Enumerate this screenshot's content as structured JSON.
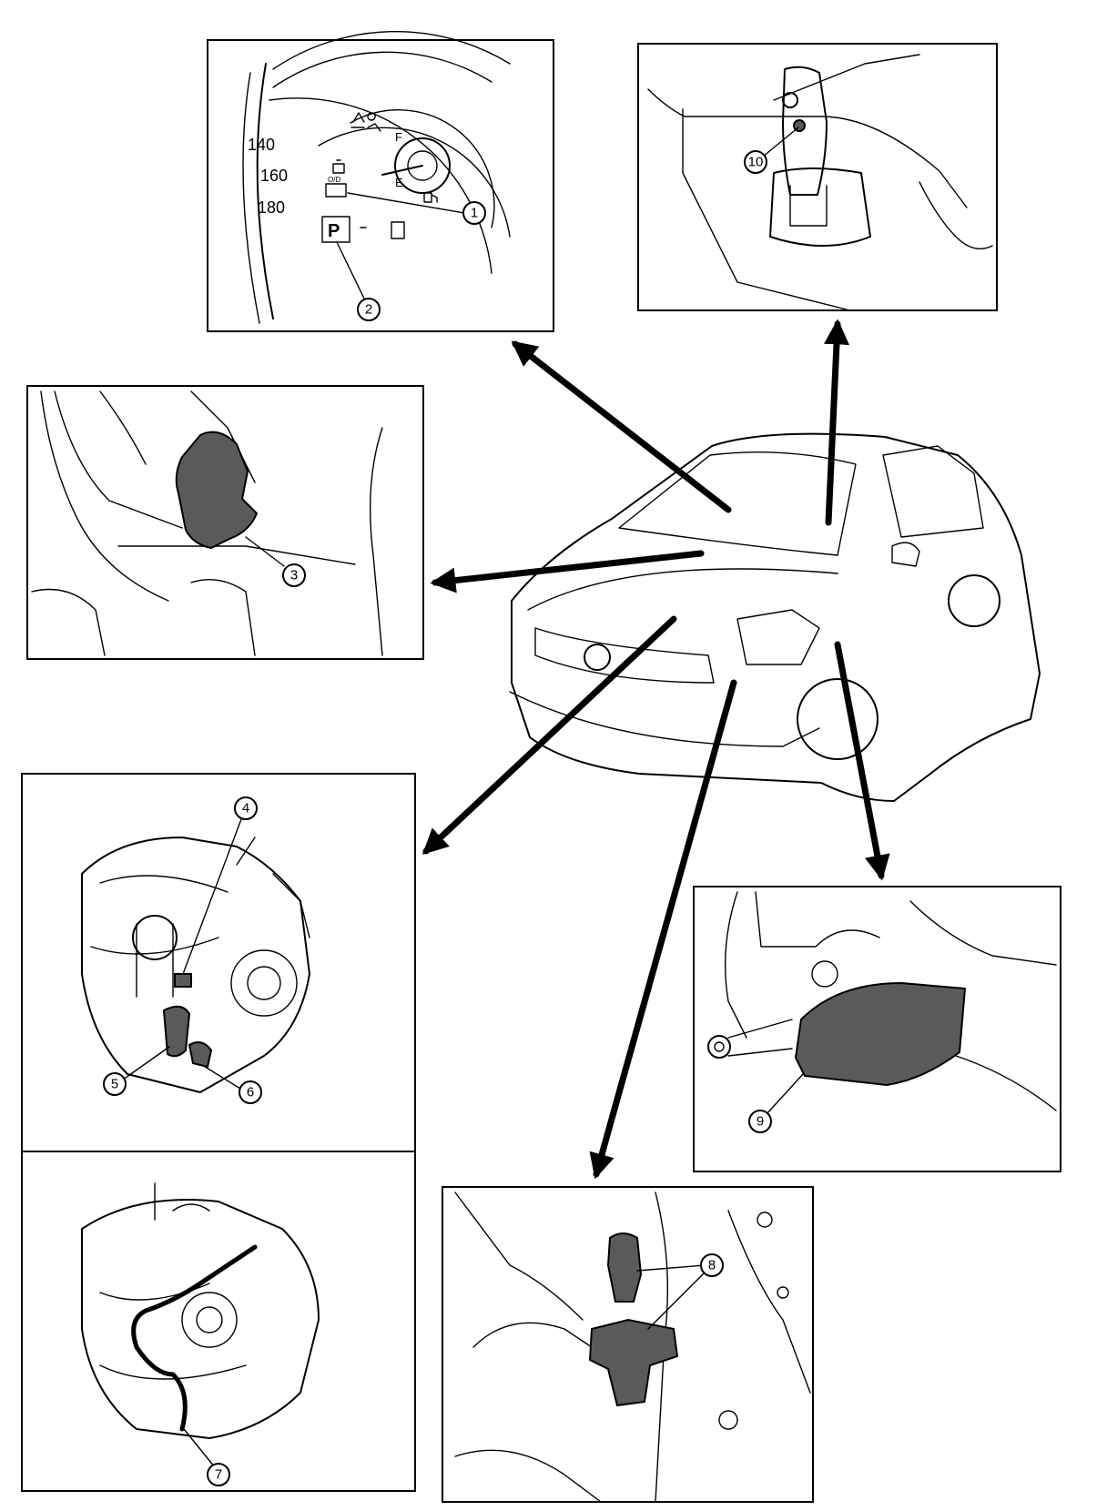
{
  "callouts": [
    "1",
    "2",
    "3",
    "4",
    "5",
    "6",
    "7",
    "8",
    "9",
    "10"
  ],
  "speedometer": {
    "ticks": [
      "140",
      "160",
      "180"
    ]
  },
  "fuel_gauge": {
    "full_label": "F",
    "empty_label": "E"
  },
  "indicators": {
    "od_off": "O/D",
    "gear_display": "P"
  },
  "colors": {
    "line": "#000000",
    "part_fill": "#5a5a5a",
    "background": "#ffffff"
  }
}
